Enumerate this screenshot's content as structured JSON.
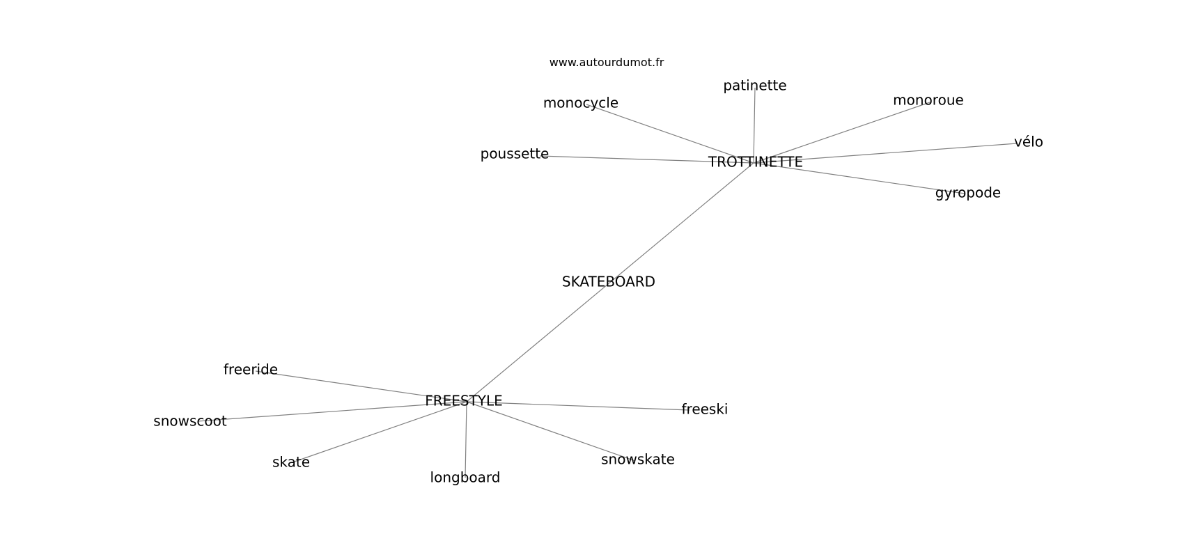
{
  "source_label": "www.autourdumot.fr",
  "nodes": [
    {
      "id": "skateboard",
      "label": "SKATEBOARD"
    },
    {
      "id": "trottinette",
      "label": "TROTTINETTE"
    },
    {
      "id": "freestyle",
      "label": "FREESTYLE"
    },
    {
      "id": "patinette",
      "label": "patinette"
    },
    {
      "id": "monocycle",
      "label": "monocycle"
    },
    {
      "id": "monoroue",
      "label": "monoroue"
    },
    {
      "id": "poussette",
      "label": "poussette"
    },
    {
      "id": "velo",
      "label": "vélo"
    },
    {
      "id": "gyropode",
      "label": "gyropode"
    },
    {
      "id": "freeride",
      "label": "freeride"
    },
    {
      "id": "snowscoot",
      "label": "snowscoot"
    },
    {
      "id": "freeski",
      "label": "freeski"
    },
    {
      "id": "skate",
      "label": "skate"
    },
    {
      "id": "longboard",
      "label": "longboard"
    },
    {
      "id": "snowskate",
      "label": "snowskate"
    }
  ],
  "edges": [
    [
      "trottinette",
      "freestyle"
    ],
    [
      "trottinette",
      "patinette"
    ],
    [
      "trottinette",
      "monocycle"
    ],
    [
      "trottinette",
      "monoroue"
    ],
    [
      "trottinette",
      "poussette"
    ],
    [
      "trottinette",
      "velo"
    ],
    [
      "trottinette",
      "gyropode"
    ],
    [
      "freestyle",
      "freeride"
    ],
    [
      "freestyle",
      "snowscoot"
    ],
    [
      "freestyle",
      "freeski"
    ],
    [
      "freestyle",
      "skate"
    ],
    [
      "freestyle",
      "longboard"
    ],
    [
      "freestyle",
      "snowskate"
    ]
  ]
}
